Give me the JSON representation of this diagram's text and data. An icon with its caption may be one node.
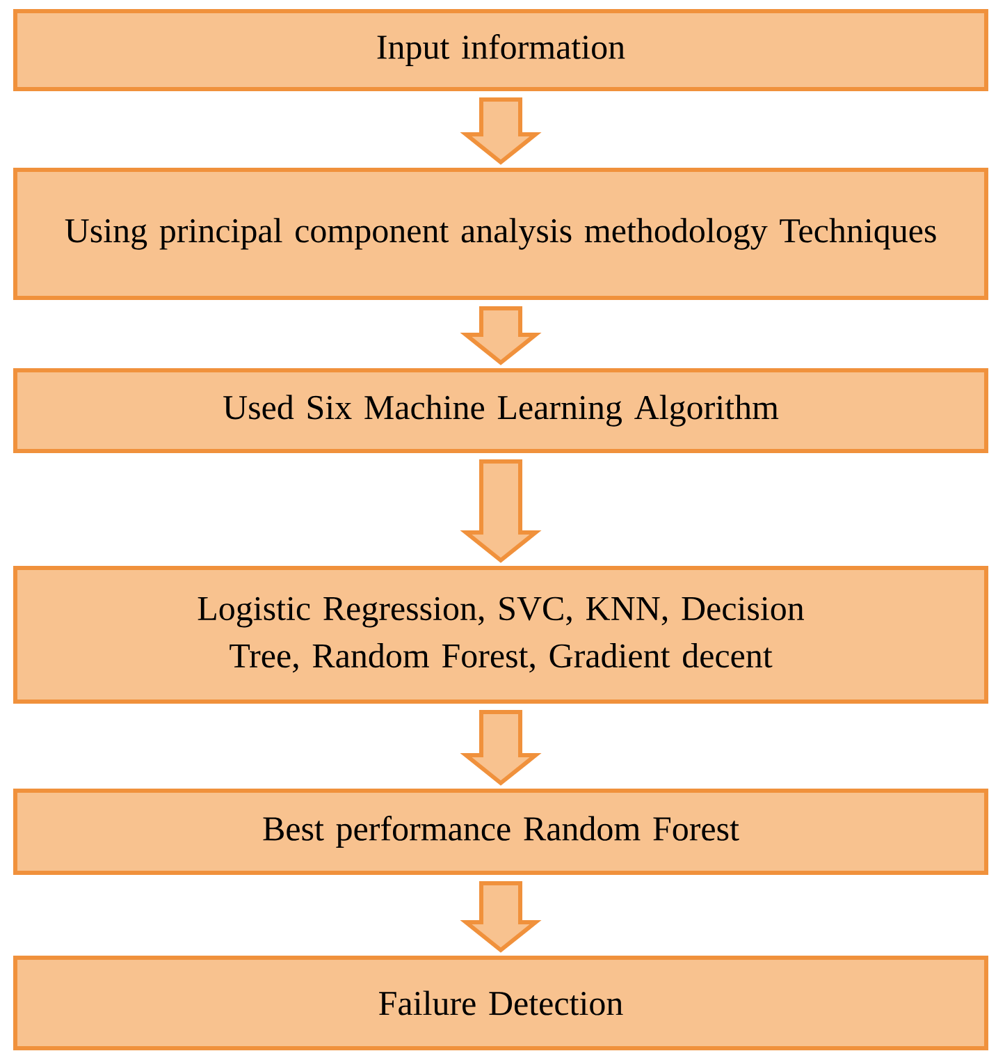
{
  "diagram": {
    "nodes": [
      {
        "text": [
          "Input information"
        ]
      },
      {
        "text": [
          "Using principal component analysis methodology Techniques"
        ]
      },
      {
        "text": [
          "Used Six Machine Learning Algorithm"
        ]
      },
      {
        "text": [
          "Logistic Regression, SVC, KNN, Decision Tree, Random Forest, Gradient decent"
        ]
      },
      {
        "text": [
          "Best performance Random Forest"
        ]
      },
      {
        "text": [
          "Failure Detection"
        ]
      }
    ],
    "edges": [
      {
        "from": 0,
        "to": 1,
        "arrow": "to"
      },
      {
        "from": 1,
        "to": 2,
        "arrow": "to"
      },
      {
        "from": 2,
        "to": 3,
        "arrow": "to"
      },
      {
        "from": 3,
        "to": 4,
        "arrow": "to"
      },
      {
        "from": 4,
        "to": 5,
        "arrow": "to"
      }
    ]
  }
}
